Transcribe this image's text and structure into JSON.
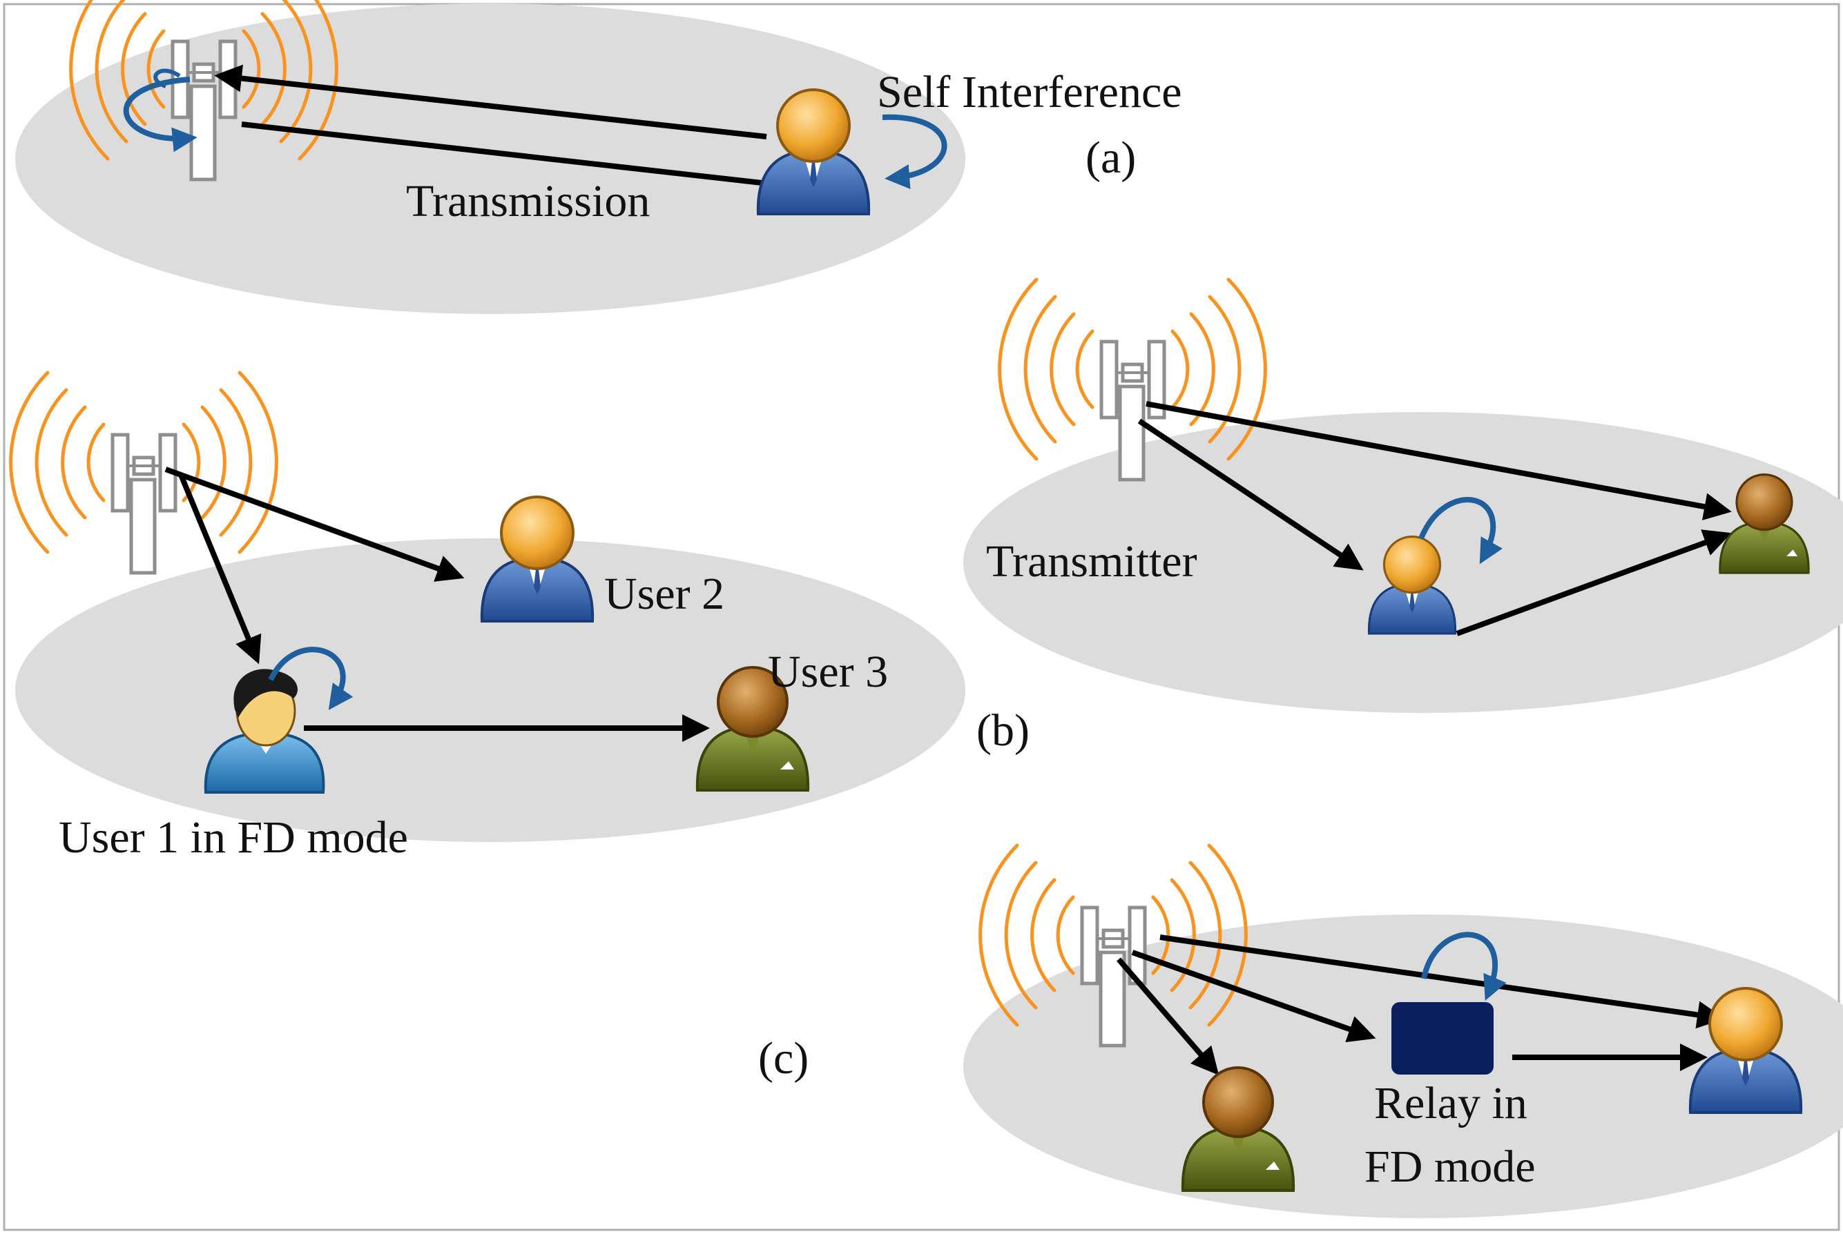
{
  "colors": {
    "background": "#ffffff",
    "frame": "#b0b0b0",
    "cell_ellipse": "#dcdcdc",
    "signal_wave": "#f7931e",
    "tower": "#8e8e8e",
    "arrow": "#000000",
    "self_interference_arrow": "#1f5f9e",
    "user_blue_body": "#2e5ea8",
    "user_green_body": "#5c6b1a",
    "user_head_orange": "#f0a830",
    "user_head_brown": "#a86a20",
    "relay_box": "#0b1f5e",
    "user1_shirt": "#2f86c7"
  },
  "icons": {
    "base_station": "base-station-tower-icon",
    "user_blue": "user-avatar-blue-icon",
    "user_green": "user-avatar-green-icon",
    "user_fd": "user-avatar-fd-icon",
    "relay": "relay-node-box",
    "self_interference": "curved-loop-arrow-icon"
  },
  "panel_a": {
    "caption": "(a)",
    "label_self_interference": "Self Interference",
    "label_transmission": "Transmission"
  },
  "panel_b": {
    "caption": "(b)",
    "label_user1": "User 1 in FD mode",
    "label_user2": "User 2",
    "label_user3": "User 3",
    "label_transmitter": "Transmitter"
  },
  "panel_c": {
    "caption": "(c)",
    "label_relay_line1": "Relay in",
    "label_relay_line2": "FD mode"
  }
}
